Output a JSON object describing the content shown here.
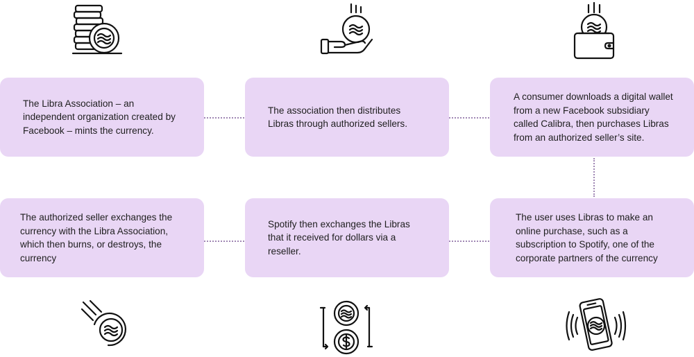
{
  "steps": [
    {
      "text": "The Libra Association – an independent organization created by Facebook – mints the currency.",
      "icon": "coin-stack-icon"
    },
    {
      "text": "The association then distributes Libras through authorized sellers.",
      "icon": "hand-holding-coin-icon"
    },
    {
      "text": "A consumer downloads a digital wallet from a new Facebook subsidiary called Calibra, then purchases Libras from an authorized seller’s site.",
      "icon": "wallet-coin-icon"
    },
    {
      "text": "The user uses Libras to make an online purchase, such as a subscription to Spotify, one of the corporate partners of the currency",
      "icon": "phone-payment-icon"
    },
    {
      "text": "Spotify then exchanges the Libras that it received for dollars via a reseller.",
      "icon": "currency-exchange-icon"
    },
    {
      "text": "The authorized seller exchanges the currency with the Libra Association, which then burns, or destroys, the currency",
      "icon": "falling-coin-icon"
    }
  ],
  "colors": {
    "box": "#e9d6f5",
    "connector": "#9f86b3",
    "icon_stroke": "#111111"
  }
}
